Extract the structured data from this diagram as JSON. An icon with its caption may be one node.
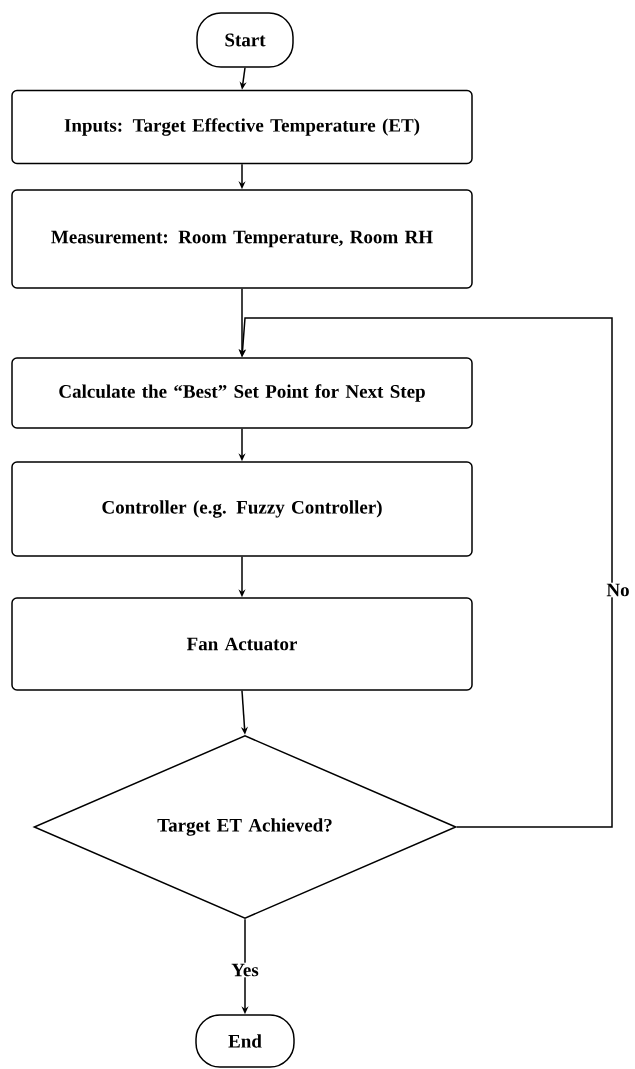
{
  "diagram": {
    "nodes": [
      {
        "text": [
          "Start"
        ]
      },
      {
        "text": [
          "Inputs: Target Effective Temperature (ET)"
        ]
      },
      {
        "text": [
          "Measurement: Room Temperature, Room RH"
        ]
      },
      {
        "text": [
          "Calculate the “Best” Set Point for Next Step"
        ]
      },
      {
        "text": [
          "Controller (e.g. Fuzzy Controller)"
        ]
      },
      {
        "text": [
          "Fan Actuator"
        ]
      },
      {
        "text": [
          "Target ET Achieved?"
        ]
      },
      {
        "text": [
          "End"
        ]
      }
    ],
    "edges": [
      {
        "from": 0,
        "to": 1,
        "arrow": "to"
      },
      {
        "from": 1,
        "to": 2,
        "arrow": "to"
      },
      {
        "from": 2,
        "to": 3,
        "arrow": "to"
      },
      {
        "from": 3,
        "to": 4,
        "arrow": "to"
      },
      {
        "from": 4,
        "to": 5,
        "arrow": "to"
      },
      {
        "from": 5,
        "to": 6,
        "arrow": "to"
      },
      {
        "from": 6,
        "to": 7,
        "label": "Yes",
        "arrow": "to"
      },
      {
        "from": 6,
        "to": 3,
        "label": "No",
        "arrow": "to"
      }
    ]
  }
}
